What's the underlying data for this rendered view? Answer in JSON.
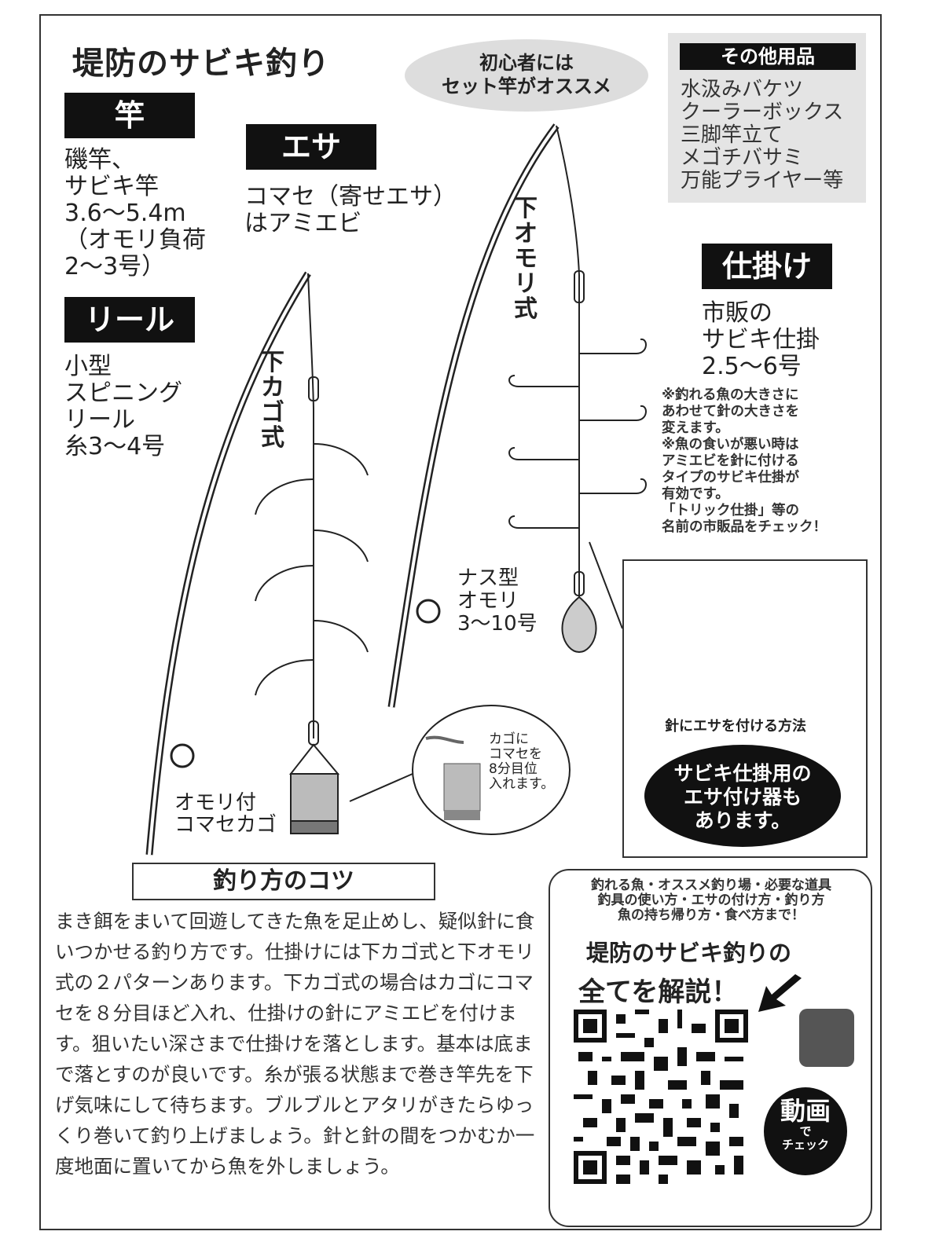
{
  "title": "堤防のサビキ釣り",
  "bubble_text": "初心者には\nセット竿がオススメ",
  "other_items": {
    "header": "その他用品",
    "items": "水汲みバケツ\nクーラーボックス\n三脚竿立て\nメゴチバサミ\n万能プライヤー等"
  },
  "sections": {
    "sao": {
      "header": "竿",
      "text": "磯竿、\nサビキ竿\n3.6〜5.4m\n（オモリ負荷\n2〜3号）"
    },
    "esa": {
      "header": "エサ",
      "text": "コマセ（寄せエサ）\nはアミエビ"
    },
    "reel": {
      "header": "リール",
      "text": "小型\nスピニング\nリール\n糸3〜4号"
    },
    "shikake": {
      "header": "仕掛け",
      "text": "市販の\nサビキ仕掛\n2.5〜6号",
      "note": "※釣れる魚の大きさに\nあわせて針の大きさを\n変えます。\n※魚の食いが悪い時は\nアミエビを針に付ける\nタイプのサビキ仕掛が\n有効です。\n「トリック仕掛」等の\n名前の市販品をチェック！"
    }
  },
  "rig_labels": {
    "shita_kago": "下カゴ式",
    "shita_omori": "下オモリ式",
    "nasu_omori": "ナス型\nオモリ\n3〜10号",
    "kago": "オモリ付\nコマセカゴ",
    "kago_tip": "カゴに\nコマセを\n8分目位\n入れます。"
  },
  "inset": {
    "caption": "針にエサを付ける方法",
    "oval_text": "サビキ仕掛用の\nエサ付け器も\nあります。"
  },
  "kotsu": {
    "header": "釣り方のコツ",
    "text": "まき餌をまいて回遊してきた魚を足止めし、疑似針に食いつかせる釣り方です。仕掛けには下カゴ式と下オモリ式の２パターンあります。下カゴ式の場合はカゴにコマセを８分目ほど入れ、仕掛けの針にアミエビを付けます。狙いたい深さまで仕掛けを落とします。基本は底まで落とすのが良いです。糸が張る状態まで巻き竿先を下げ気味にして待ちます。ブルブルとアタリがきたらゆっくり巻いて釣り上げましょう。針と針の間をつかむか一度地面に置いてから魚を外しましょう。"
  },
  "qr_panel": {
    "small_text": "釣れる魚・オススメ釣り場・必要な道具\n釣具の使い方・エサの付け方・釣り方\n魚の持ち帰り方・食べ方まで！",
    "big_line1": "堤防のサビキ釣りの",
    "big_line2": "全てを解説！",
    "douga_big": "動画",
    "douga_small": "で\nチェック"
  }
}
